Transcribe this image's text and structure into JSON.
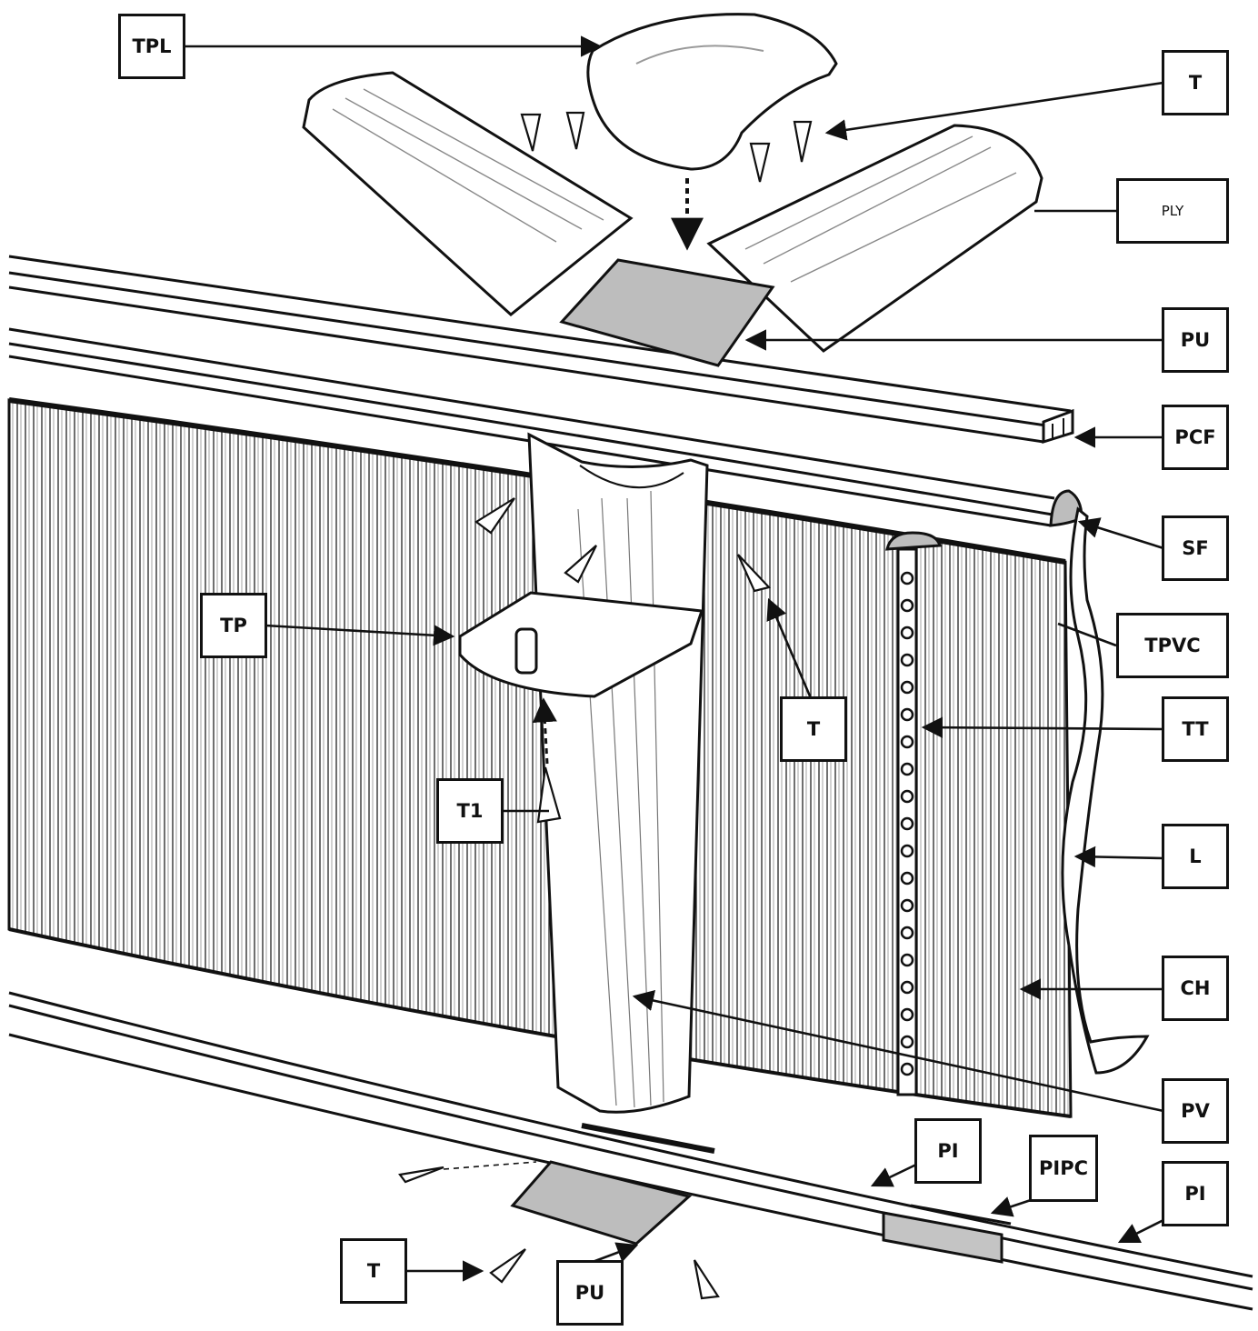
{
  "labels": {
    "tpl": "TPL",
    "t_top": "T",
    "ply": "PLY",
    "pu_top": "PU",
    "pcf": "PCF",
    "sf": "SF",
    "tp": "TP",
    "tpvc": "TPVC",
    "t_mid": "T",
    "tt": "TT",
    "t1": "T1",
    "l": "L",
    "ch": "CH",
    "pv": "PV",
    "pi_left": "PI",
    "pipc": "PIPC",
    "pi_right": "PI",
    "t_bottom": "T",
    "pu_bottom": "PU"
  },
  "colors": {
    "line": "#111111",
    "background": "#ffffff",
    "shade": "#b9b9b9"
  }
}
